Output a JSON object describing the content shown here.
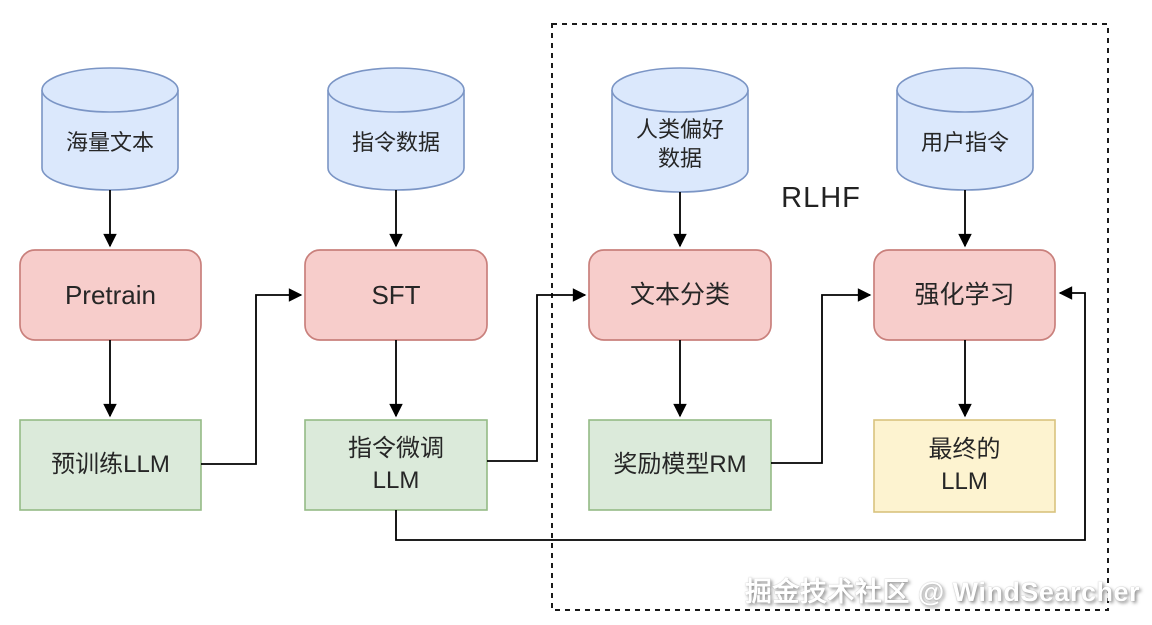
{
  "annotations": {
    "rlhf_group_label": "RLHF",
    "watermark": "掘金技术社区 @ WindSearcher"
  },
  "colors": {
    "datastore_fill": "#dbe8fc",
    "datastore_stroke": "#7b95c5",
    "process_fill": "#f7cdcb",
    "process_stroke": "#c9807c",
    "model_fill": "#dbeada",
    "model_stroke": "#94bb86",
    "final_fill": "#fdf3d0",
    "final_stroke": "#d9c37e",
    "connector": "#000000"
  },
  "nodes": {
    "massive_text_ds": "海量文本",
    "instruction_data_ds": "指令数据",
    "human_preference_ds_line1": "人类偏好",
    "human_preference_ds_line2": "数据",
    "user_instruction_ds": "用户指令",
    "pretrain": "Pretrain",
    "sft": "SFT",
    "text_classification": "文本分类",
    "reinforcement_learning": "强化学习",
    "pretrained_llm": "预训练LLM",
    "finetuned_llm_line1": "指令微调",
    "finetuned_llm_line2": "LLM",
    "reward_model": "奖励模型RM",
    "final_llm_line1": "最终的",
    "final_llm_line2": "LLM"
  }
}
